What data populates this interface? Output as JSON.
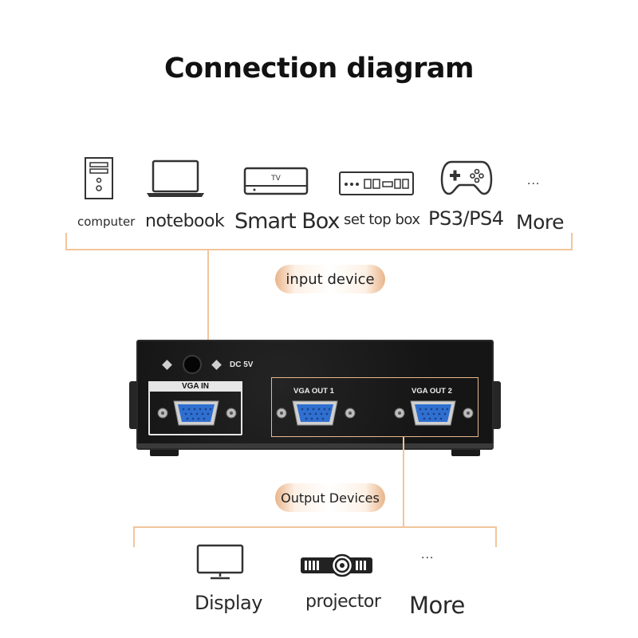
{
  "title": "Connection diagram",
  "input_devices": [
    {
      "label": "computer",
      "icon": "computer-tower-icon"
    },
    {
      "label": "notebook",
      "icon": "laptop-icon"
    },
    {
      "label": "Smart Box",
      "icon": "tv-box-icon",
      "icon_text": "TV"
    },
    {
      "label": "set top box",
      "icon": "set-top-box-icon"
    },
    {
      "label": "PS3/PS4",
      "icon": "gamepad-icon"
    },
    {
      "label": "More",
      "icon": "ellipsis-icon",
      "icon_text": "..."
    }
  ],
  "input_group_label": "input device",
  "splitter": {
    "power_label": "DC 5V",
    "input_port_label": "VGA IN",
    "output_ports": [
      "VGA OUT 1",
      "VGA OUT 2"
    ]
  },
  "output_group_label": "Output Devices",
  "output_devices": [
    {
      "label": "Display",
      "icon": "monitor-icon"
    },
    {
      "label": "projector",
      "icon": "projector-icon"
    },
    {
      "label": "More",
      "icon": "ellipsis-icon",
      "icon_text": "..."
    }
  ],
  "colors": {
    "connector_line": "#f2c59a",
    "pill_edge": "#e9b58b",
    "device_body": "#151515",
    "vga_port": "#2f6fd0"
  }
}
